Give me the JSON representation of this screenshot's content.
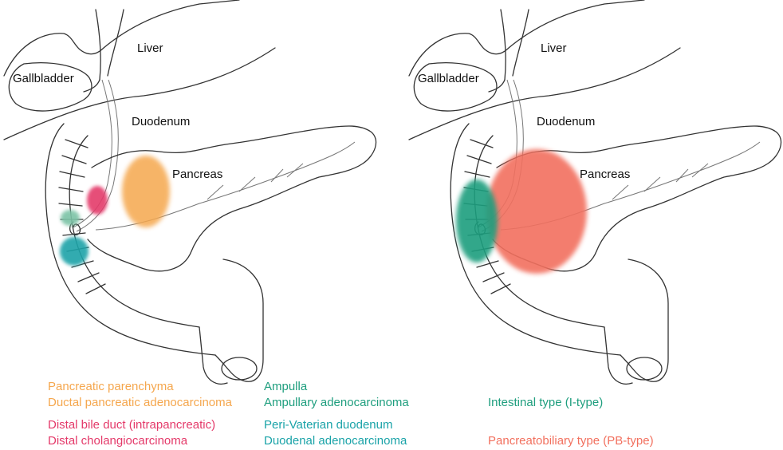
{
  "colors": {
    "orange": "#f5a74e",
    "magenta": "#e43a6a",
    "green": "#1e9e7e",
    "teal": "#1aa3a8",
    "light_green": "#7cc3a6",
    "coral": "#f2705e",
    "outline": "#333333"
  },
  "left_panel": {
    "labels": {
      "liver": "Liver",
      "gallbladder": "Gallbladder",
      "duodenum": "Duodenum",
      "pancreas": "Pancreas"
    },
    "highlights": [
      "Pancreatic parenchyma",
      "Distal bile duct (intrapancreatic)",
      "Ampulla",
      "Peri-Vaterian duodenum"
    ]
  },
  "right_panel": {
    "labels": {
      "liver": "Liver",
      "gallbladder": "Gallbladder",
      "duodenum": "Duodenum",
      "pancreas": "Pancreas"
    },
    "highlights": [
      "Intestinal type (I-type)",
      "Pancreatobiliary type (PB-type)"
    ]
  },
  "legend": {
    "col1": {
      "parenchyma": "Pancreatic parenchyma",
      "ductal": "Ductal pancreatic adenocarcinoma",
      "bile_duct": "Distal bile duct (intrapancreatic)",
      "cholangio": "Distal cholangiocarcinoma"
    },
    "col2": {
      "ampulla": "Ampulla",
      "ampullary": "Ampullary adenocarcinoma",
      "perivaterian": "Peri-Vaterian duodenum",
      "duodenal": "Duodenal adenocarcinoma"
    },
    "col3": {
      "intestinal": "Intestinal type (I-type)",
      "pb": "Pancreatobiliary type (PB-type)"
    }
  }
}
